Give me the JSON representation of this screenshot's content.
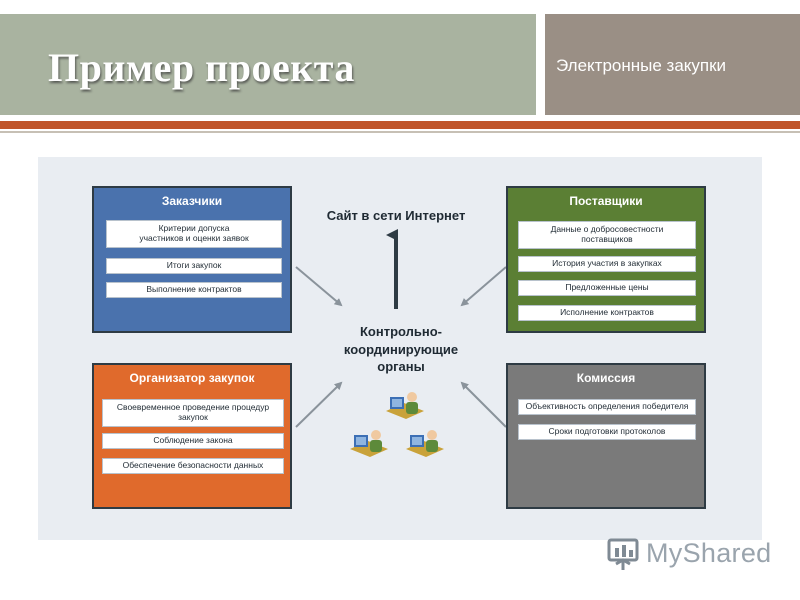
{
  "header": {
    "title": "Пример проекта",
    "subtitle": "Электронные закупки"
  },
  "colors": {
    "title_bar": "#a9b3a0",
    "subtitle_bar": "#9a8f85",
    "accent_stripe": "#c0552a",
    "customers": "#4a72ad",
    "suppliers": "#5b7f34",
    "organizer": "#e06a2c",
    "commission": "#7a7a7a"
  },
  "diagram": {
    "center_top": "Сайт в сети Интернет",
    "center_main": "Контрольно-\nкоординирующие\nорганы",
    "boxes": {
      "customers": {
        "title": "Заказчики",
        "items": [
          "Критерии допуска\nучастников и оценки заявок",
          "Итоги закупок",
          "Выполнение контрактов"
        ]
      },
      "suppliers": {
        "title": "Поставщики",
        "items": [
          "Данные о добросовестности\nпоставщиков",
          "История участия в закупках",
          "Предложенные цены",
          "Исполнение контрактов"
        ]
      },
      "organizer": {
        "title": "Организатор закупок",
        "items": [
          "Своевременное проведение процедур\nзакупок",
          "Соблюдение закона",
          "Обеспечение безопасности данных"
        ]
      },
      "commission": {
        "title": "Комиссия",
        "items": [
          "Объективность определения победителя",
          "Сроки подготовки протоколов"
        ]
      }
    },
    "icons": [
      "computer-worker-icon",
      "computer-worker-icon",
      "computer-worker-icon"
    ]
  },
  "watermark": {
    "text": "MyShared"
  }
}
